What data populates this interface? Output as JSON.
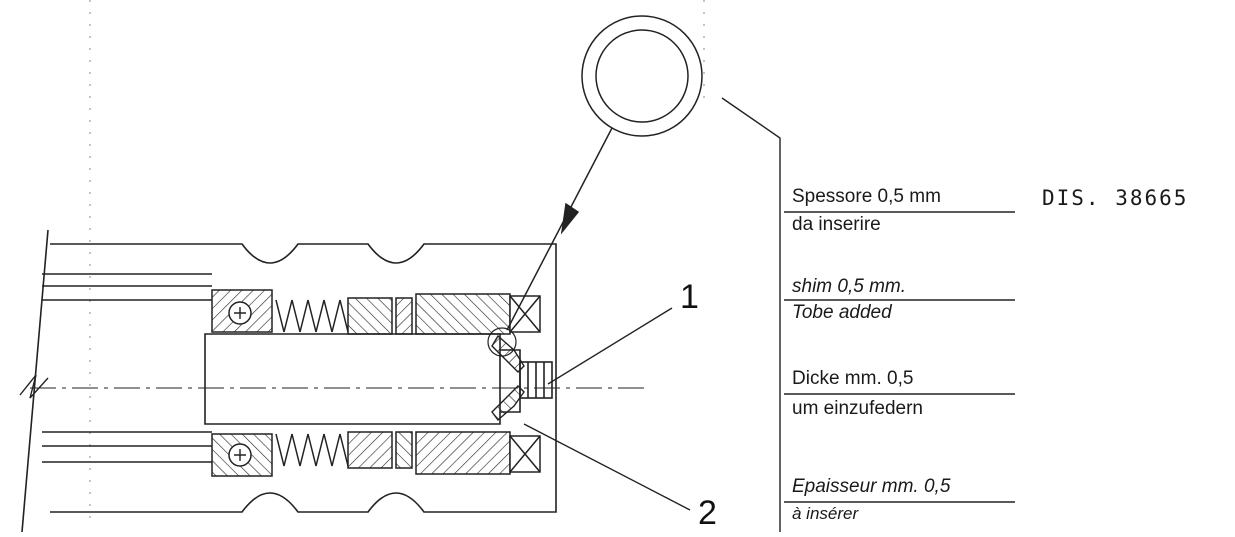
{
  "drawing_number": "DIS. 38665",
  "callouts": {
    "ref_1": "1",
    "ref_2": "2"
  },
  "notes": {
    "it_line1": "Spessore 0,5 mm",
    "it_line2": "da inserire",
    "en_line1": "shim 0,5 mm.",
    "en_line2": "Tobe added",
    "de_line1": "Dicke mm. 0,5",
    "de_line2": "um einzufedern",
    "fr_line1": "Epaisseur mm. 0,5",
    "fr_line2": "à insérer"
  }
}
